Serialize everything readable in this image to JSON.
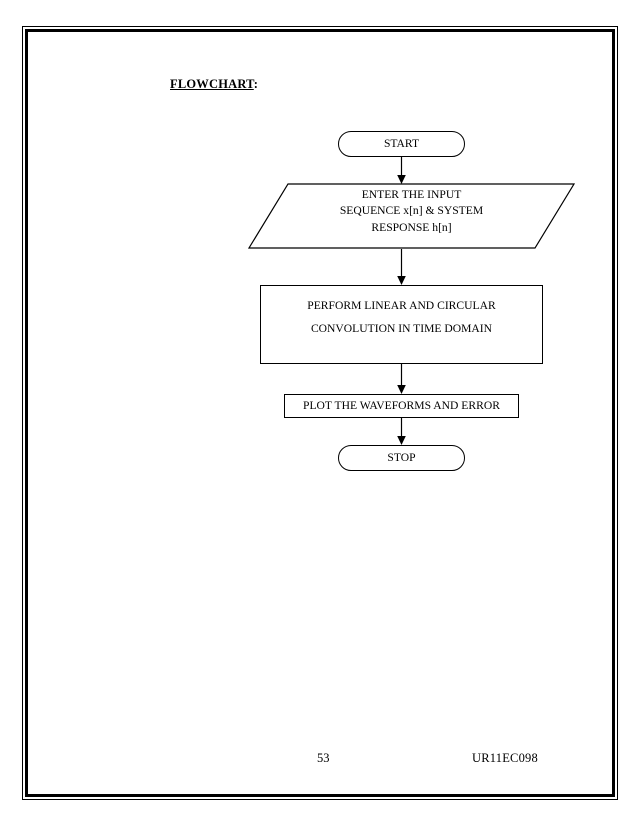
{
  "document": {
    "heading": {
      "underlined_part": "FLOWCHART",
      "trailing_part": ":"
    }
  },
  "flowchart": {
    "nodes": [
      {
        "id": "start",
        "shape": "terminator",
        "label": "START"
      },
      {
        "id": "input",
        "shape": "parallelogram",
        "lines": [
          "ENTER THE INPUT",
          "SEQUENCE x[n] & SYSTEM",
          "RESPONSE h[n]"
        ]
      },
      {
        "id": "process",
        "shape": "process",
        "lines": [
          "PERFORM LINEAR AND CIRCULAR",
          "CONVOLUTION IN TIME DOMAIN"
        ]
      },
      {
        "id": "plot",
        "shape": "process",
        "label": "PLOT THE WAVEFORMS AND ERROR"
      },
      {
        "id": "stop",
        "shape": "terminator",
        "label": "STOP"
      }
    ],
    "connectors": [
      {
        "from": "start",
        "to": "input"
      },
      {
        "from": "input",
        "to": "process"
      },
      {
        "from": "process",
        "to": "plot"
      },
      {
        "from": "plot",
        "to": "stop"
      }
    ],
    "stroke_color": "#000000",
    "fill_color": "#ffffff"
  },
  "footer": {
    "page_number": "53",
    "document_id": "UR11EC098"
  }
}
